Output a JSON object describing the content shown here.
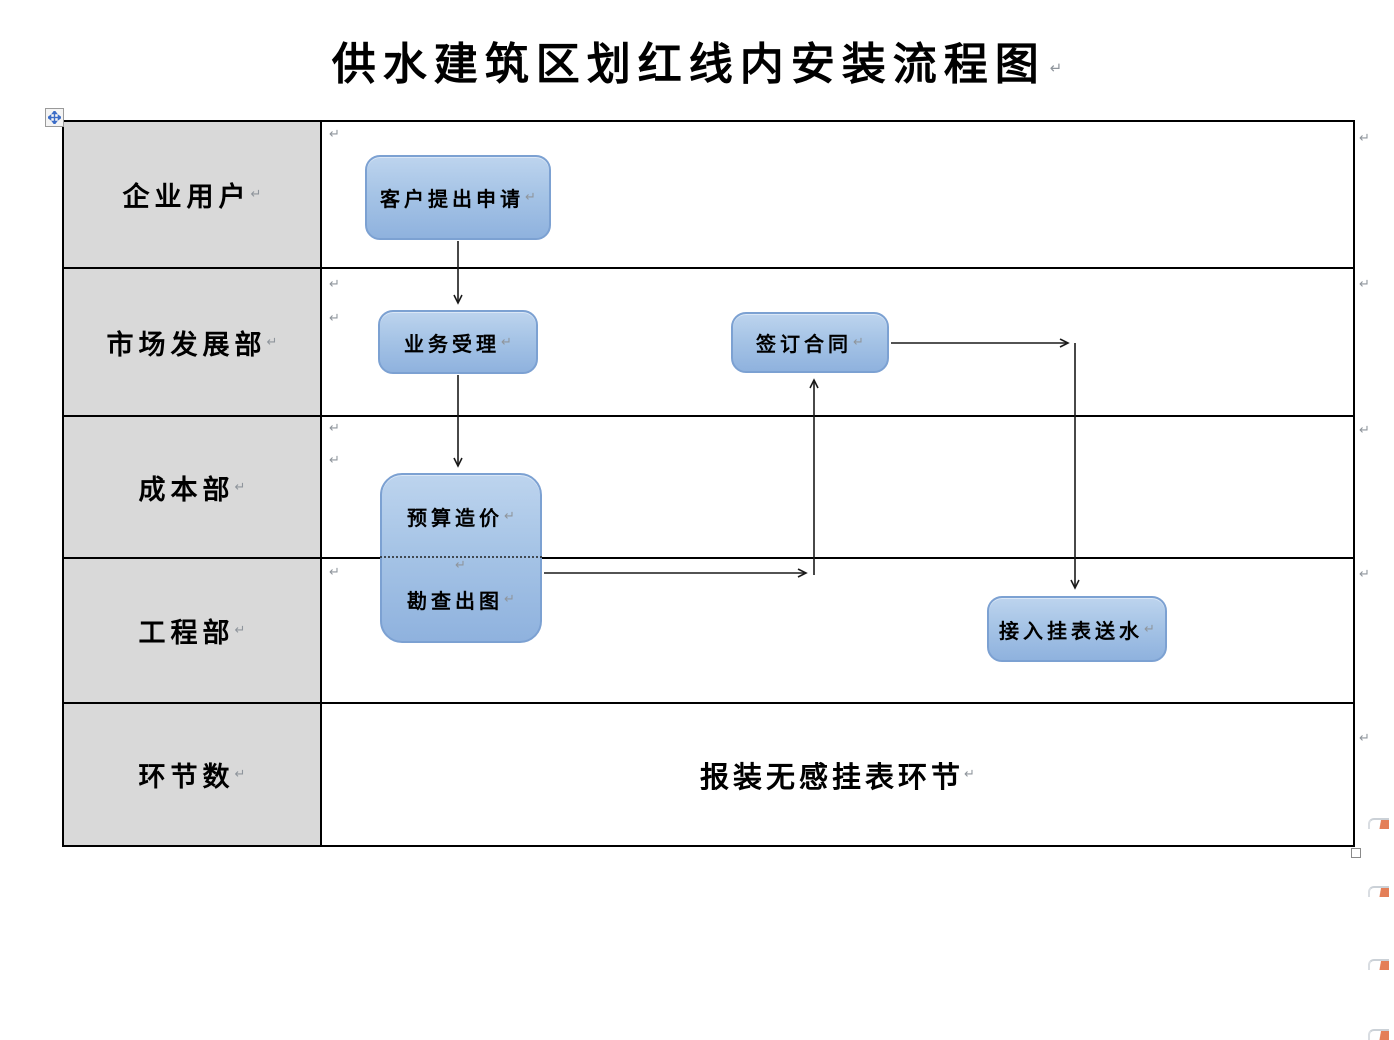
{
  "title": "供水建筑区划红线内安装流程图",
  "glyphs": {
    "pilcrow": "↵"
  },
  "table": {
    "rows": [
      {
        "label": "企业用户"
      },
      {
        "label": "市场发展部"
      },
      {
        "label": "成本部"
      },
      {
        "label": "工程部"
      },
      {
        "label": "环节数"
      }
    ]
  },
  "flowchart": {
    "nodes": {
      "customer_apply": "客户提出申请",
      "business_accept": "业务受理",
      "budget_estimate": "预算造价",
      "survey_drawing": "勘查出图",
      "sign_contract": "签订合同",
      "connect_meter": "接入挂表送水"
    },
    "edges": [
      {
        "from": "客户提出申请",
        "to": "业务受理"
      },
      {
        "from": "业务受理",
        "to": "预算造价"
      },
      {
        "from": "勘查出图",
        "to": "签订合同"
      },
      {
        "from": "签订合同",
        "to": "接入挂表送水"
      }
    ],
    "footer_note": "报装无感挂表环节"
  },
  "colors": {
    "node_fill_top": "#bdd4ee",
    "node_fill_bottom": "#8fb2de",
    "node_border": "#7ca1d2",
    "label_cell_bg": "#d9d9d9",
    "table_border": "#000000",
    "handle_accent": "#3b6cc7",
    "margin_mark_accent": "#e0693c",
    "formatting_mark_gray": "#8f959c"
  }
}
